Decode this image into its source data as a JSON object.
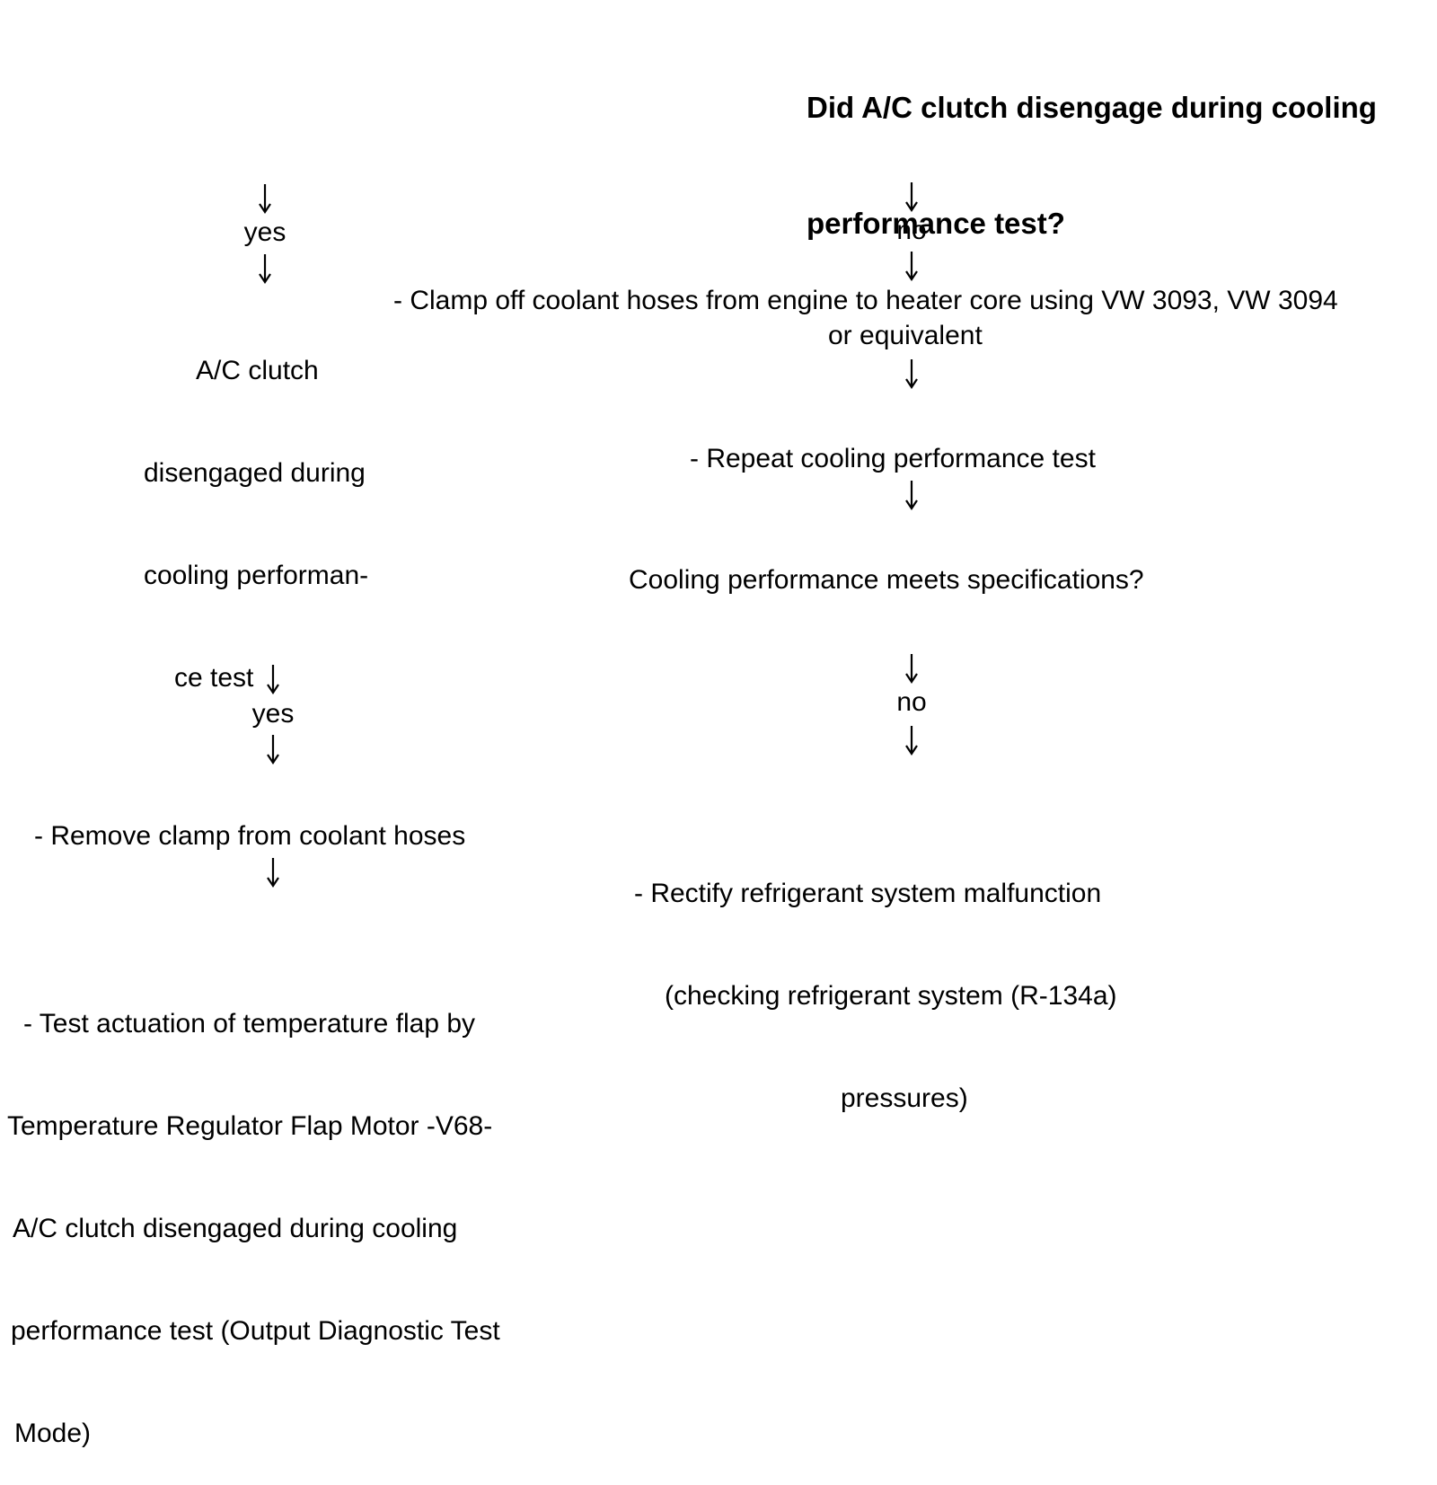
{
  "question1": [
    "Did A/C clutch disengage during cooling",
    "performance test?"
  ],
  "branch_yes_1": "yes",
  "branch_no_1": "no",
  "yes_result_1": [
    "A/C clutch",
    "disengaged during",
    "cooling performan-",
    "ce test"
  ],
  "step_clamp": [
    "- Clamp off coolant hoses from engine to heater core using VW 3093, VW 3094",
    "or equivalent"
  ],
  "step_repeat": "- Repeat cooling performance test",
  "question2": "Cooling performance meets specifications?",
  "branch_yes_2": "yes",
  "branch_no_2": "no",
  "step_remove": "- Remove clamp from coolant hoses",
  "step_rectify": [
    "- Rectify refrigerant system malfunction",
    "(checking refrigerant system (R-134a)",
    "pressures)"
  ],
  "step_test": [
    "- Test actuation of temperature flap by",
    "Temperature Regulator Flap Motor -V68-",
    "A/C clutch disengaged during cooling",
    "performance test (Output Diagnostic Test",
    "Mode)"
  ],
  "arrow_icon": "down-arrow-icon"
}
